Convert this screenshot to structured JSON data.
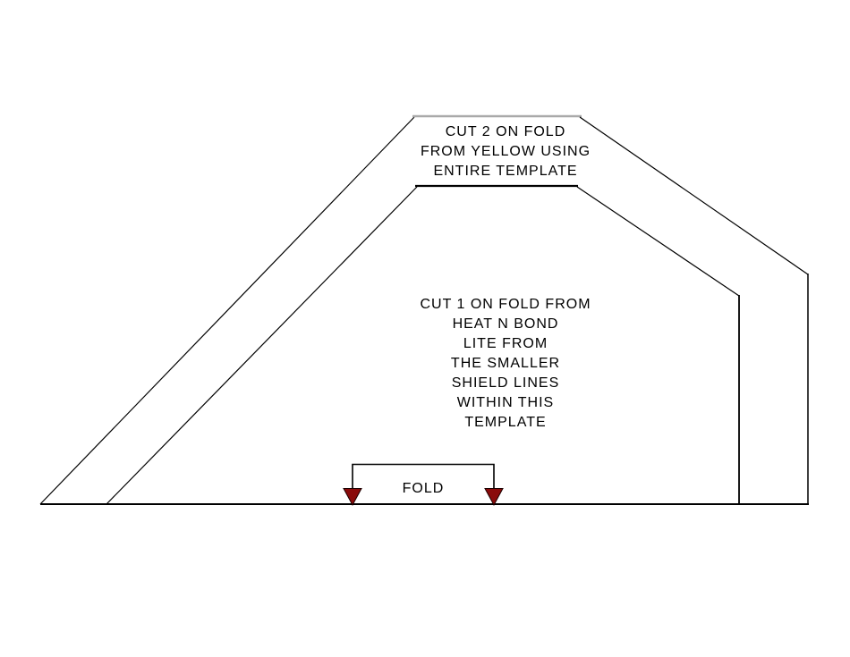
{
  "template": {
    "outer_label": {
      "lines": {
        "0": "CUT 2 ON FOLD",
        "1": "FROM YELLOW USING",
        "2": "ENTIRE TEMPLATE"
      }
    },
    "inner_label": {
      "lines": {
        "0": "CUT 1 ON FOLD FROM",
        "1": "HEAT N BOND",
        "2": "LITE FROM",
        "3": "THE SMALLER",
        "4": "SHIELD LINES",
        "5": "WITHIN THIS",
        "6": "TEMPLATE"
      }
    },
    "fold_label": "FOLD",
    "colors": {
      "outline": "#000000",
      "outer_top_edge": "#a9a9a9",
      "fold_arrow_fill": "#8a0b0b",
      "fold_arrow_stroke": "#1c0000",
      "text": "#000000",
      "background": "#ffffff"
    }
  }
}
